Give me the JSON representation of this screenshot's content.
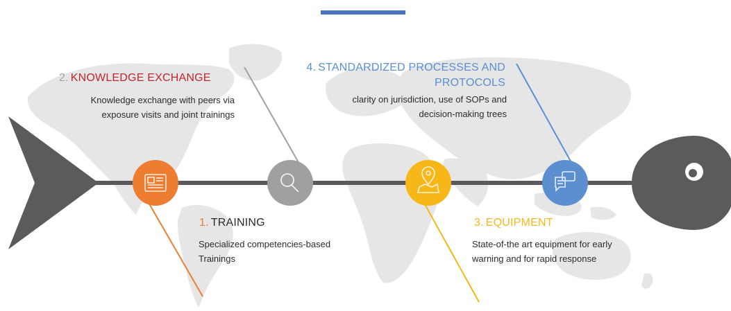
{
  "colors": {
    "accent_bar": "#4a73c2",
    "map": "#e6e6e6",
    "spine": "#5a5a5a",
    "fish": "#5b5b5b",
    "training": "#ed7d31",
    "knowledge": "#a0a0a0",
    "knowledge_text": "#c0262d",
    "equipment": "#f7b718",
    "processes": "#5b8fd0"
  },
  "items": [
    {
      "id": "training",
      "number": "1.",
      "title": "TRAINING",
      "description": "Specialized competencies-based Trainings",
      "icon": "newspaper-icon"
    },
    {
      "id": "knowledge",
      "number": "2.",
      "title": "KNOWLEDGE EXCHANGE",
      "description": "Knowledge exchange with peers via exposure visits and joint trainings",
      "icon": "search-icon"
    },
    {
      "id": "equipment",
      "number": "3.",
      "title": "EQUIPMENT",
      "description": "State-of-the art equipment for early warning and for rapid response",
      "icon": "map-pin-icon"
    },
    {
      "id": "processes",
      "number": "4.",
      "title": "STANDARDIZED PROCESSES AND PROTOCOLS",
      "description": "clarity on jurisdiction, use of SOPs and decision-making trees",
      "icon": "chat-icon"
    }
  ]
}
